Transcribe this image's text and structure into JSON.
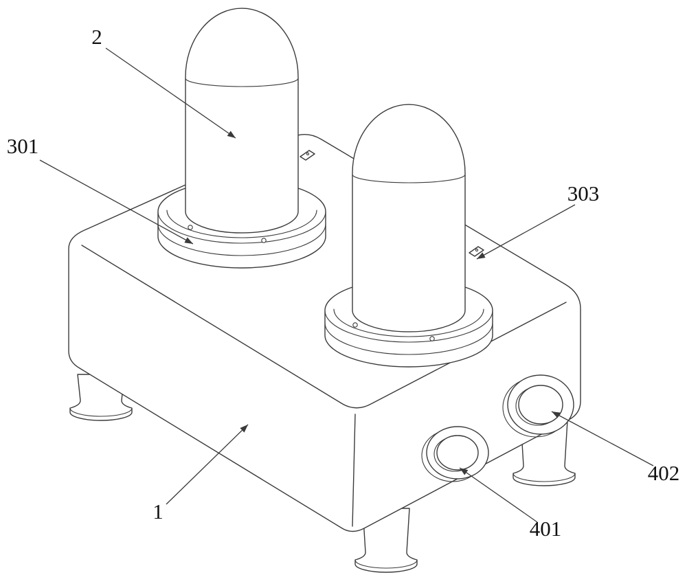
{
  "figure": {
    "background_color": "#ffffff",
    "line_color": "#3a3a3a",
    "label_color": "#111111",
    "labels": {
      "part_2": "2",
      "part_301": "301",
      "part_303": "303",
      "part_1": "1",
      "part_401": "401",
      "part_402": "402"
    }
  }
}
